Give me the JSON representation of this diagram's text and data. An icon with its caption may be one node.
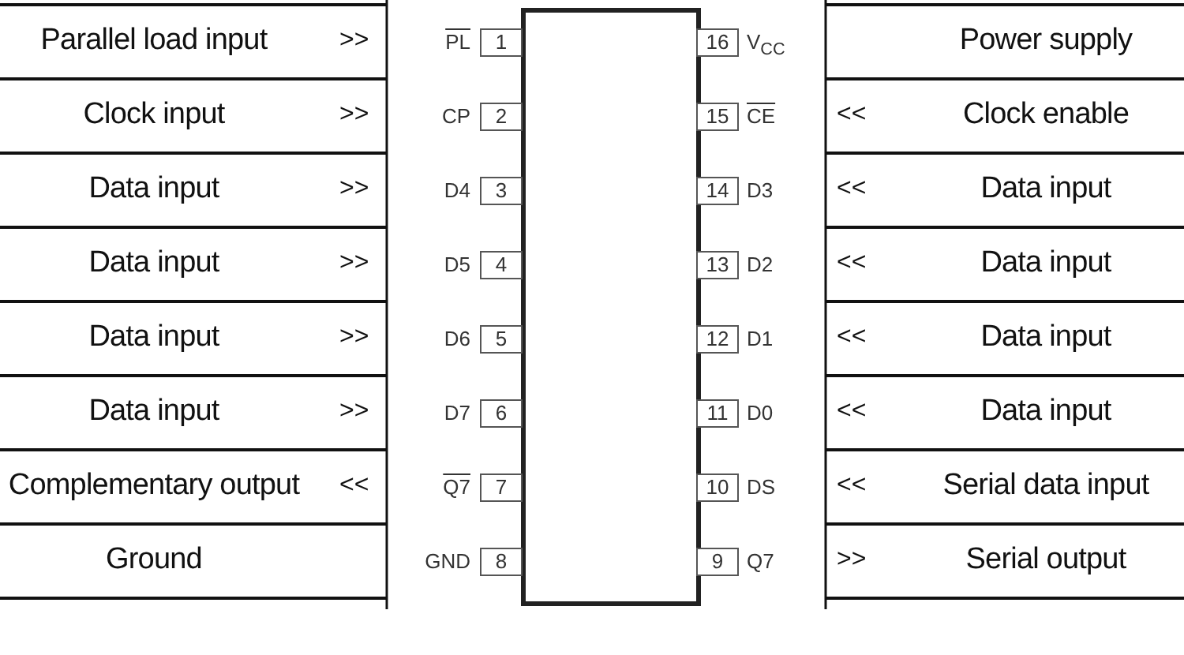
{
  "diagram": {
    "nodes": [
      {
        "text": [],
        "shape": "box"
      },
      {
        "text": [
          "1"
        ],
        "beside": [
          "PL"
        ]
      },
      {
        "text": [
          "2"
        ],
        "beside": [
          "CP"
        ]
      },
      {
        "text": [
          "3"
        ],
        "beside": [
          "D4"
        ]
      },
      {
        "text": [
          "4"
        ],
        "beside": [
          "D5"
        ]
      },
      {
        "text": [
          "5"
        ],
        "beside": [
          "D6"
        ]
      },
      {
        "text": [
          "6"
        ],
        "beside": [
          "D7"
        ]
      },
      {
        "text": [
          "7"
        ],
        "beside": [
          "Q7"
        ]
      },
      {
        "text": [
          "8"
        ],
        "beside": [
          "GND"
        ]
      },
      {
        "text": [
          "9"
        ],
        "beside": [
          "Q7"
        ]
      },
      {
        "text": [
          "10"
        ],
        "beside": [
          "DS"
        ]
      },
      {
        "text": [
          "11"
        ],
        "beside": [
          "D0"
        ]
      },
      {
        "text": [
          "12"
        ],
        "beside": [
          "D1"
        ]
      },
      {
        "text": [
          "13"
        ],
        "beside": [
          "D2"
        ]
      },
      {
        "text": [
          "14"
        ],
        "beside": [
          "D3"
        ]
      },
      {
        "text": [
          "15"
        ],
        "beside": [
          "CE"
        ]
      },
      {
        "text": [
          "16"
        ],
        "beside": [
          "V$_{CC}$"
        ]
      }
    ],
    "labels": [
      "Parallel load input",
      ">>",
      "Power supply",
      "Clock input",
      ">>",
      "<<",
      "Clock enable",
      "Data input",
      ">>",
      "<<",
      "Data input",
      "Data input",
      ">>",
      "<<",
      "Data input",
      "Data input",
      ">>",
      "<<",
      "Data input",
      "Data input",
      ">>",
      "<<",
      "Data input",
      "Complementary output",
      "<<",
      "<<",
      "Serial data input",
      "Ground",
      ">>",
      "Serial output"
    ]
  }
}
